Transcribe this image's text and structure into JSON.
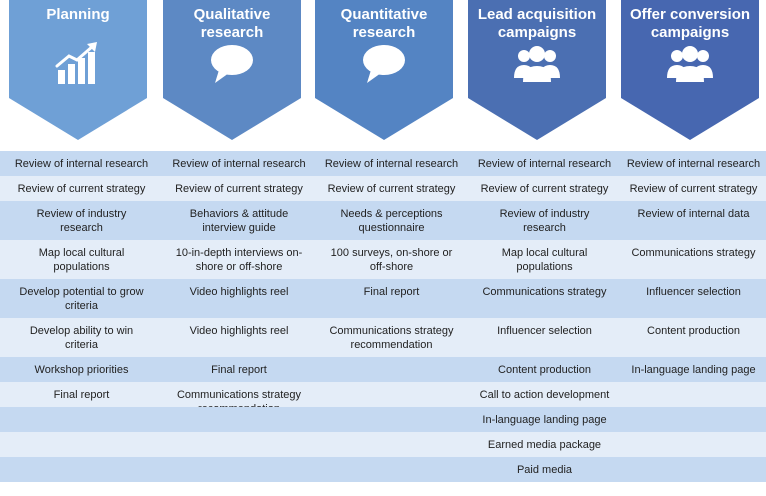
{
  "colors": {
    "header": [
      "#6fa0d6",
      "#5d89c4",
      "#5484c3",
      "#4b6fb2",
      "#4767b0"
    ],
    "row_dark": "#c5d9f1",
    "row_light": "#e4edf8"
  },
  "columns": [
    {
      "title": "Planning",
      "icon": "bar-chart-growth-icon",
      "items": [
        "Review of internal research",
        "Review of current strategy",
        "Review of industry\nresearch",
        "Map local cultural\npopulations",
        "Develop potential to grow\ncriteria",
        "Develop ability to win\ncriteria",
        "Workshop priorities",
        "Final report",
        "",
        "",
        ""
      ]
    },
    {
      "title": "Qualitative\nresearch",
      "icon": "speech-bubble-icon",
      "items": [
        "Review of internal research",
        "Review of current strategy",
        "Behaviors & attitude\ninterview guide",
        "10-in-depth interviews on-\nshore or off-shore",
        "Video highlights reel",
        "Video highlights reel",
        "Final report",
        "Communications strategy\nrecommendation",
        "",
        "",
        ""
      ]
    },
    {
      "title": "Quantitative\nresearch",
      "icon": "speech-bubble-icon",
      "items": [
        "Review of internal research",
        "Review of current strategy",
        "Needs & perceptions\nquestionnaire",
        "100 surveys, on-shore or\noff-shore",
        "Final report",
        "Communications strategy\nrecommendation",
        "",
        "",
        "",
        "",
        ""
      ]
    },
    {
      "title": "Lead acquisition\ncampaigns",
      "icon": "people-group-icon",
      "items": [
        "Review of internal research",
        "Review of current strategy",
        "Review of industry\nresearch",
        "Map local cultural\npopulations",
        "Communications strategy",
        "Influencer selection",
        "Content production",
        "Call to action development",
        "In-language landing page",
        "Earned media package",
        "Paid media"
      ]
    },
    {
      "title": "Offer conversion\ncampaigns",
      "icon": "people-group-icon",
      "items": [
        "Review of internal research",
        "Review of current strategy",
        "Review of internal data",
        "Communications strategy",
        "Influencer selection",
        "Content production",
        "In-language landing page",
        "",
        "",
        "",
        ""
      ]
    }
  ]
}
